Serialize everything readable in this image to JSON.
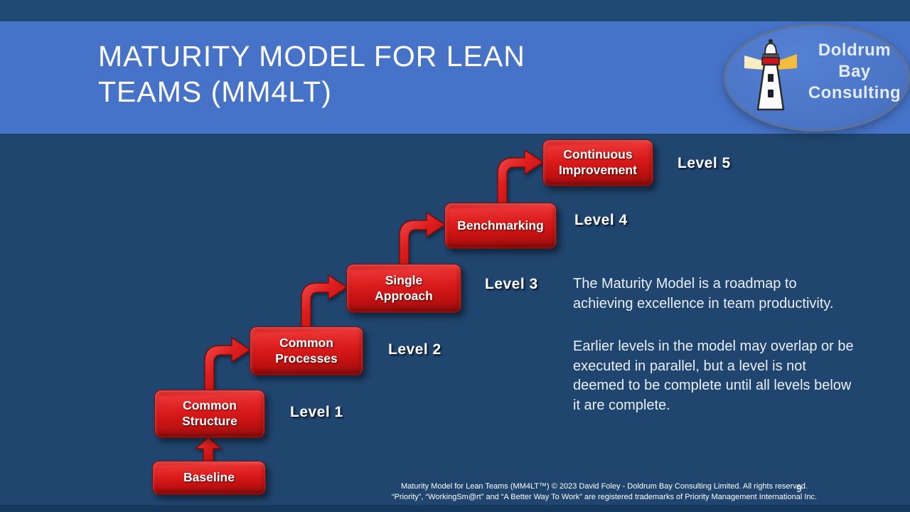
{
  "slide": {
    "title": "MATURITY MODEL FOR LEAN TEAMS (MM4LT)",
    "page_number": "9"
  },
  "logo": {
    "line1": "Doldrum",
    "line2": "Bay",
    "line3": "Consulting"
  },
  "diagram": {
    "steps": [
      {
        "label": "Baseline",
        "level": null
      },
      {
        "label": "Common\nStructure",
        "level": "Level 1"
      },
      {
        "label": "Common\nProcesses",
        "level": "Level 2"
      },
      {
        "label": "Single\nApproach",
        "level": "Level 3"
      },
      {
        "label": "Benchmarking",
        "level": "Level 4"
      },
      {
        "label": "Continuous\nImprovement",
        "level": "Level 5"
      }
    ]
  },
  "body_text": {
    "paragraph1": "The Maturity Model is a roadmap to\nachieving excellence in team productivity.",
    "paragraph2": "Earlier levels in the model may overlap or be\nexecuted in parallel, but a level is not\ndeemed to be complete until all levels below\nit are complete."
  },
  "footer": {
    "line1": "Maturity Model for Lean Teams (MM4LT™) © 2023 David Foley - Doldrum Bay Consulting Limited. All rights reserved.",
    "line2": "“Priority”, “WorkingSm@rt” and “A Better Way To Work” are registered trademarks of Priority Management International Inc."
  },
  "colors": {
    "banner": "#4673c8",
    "body_background": "#20456e",
    "top_strip": "#1f4a73",
    "bottom_strip": "#16395c",
    "step_red": "#da1b1b",
    "text_white": "#ffffff"
  }
}
